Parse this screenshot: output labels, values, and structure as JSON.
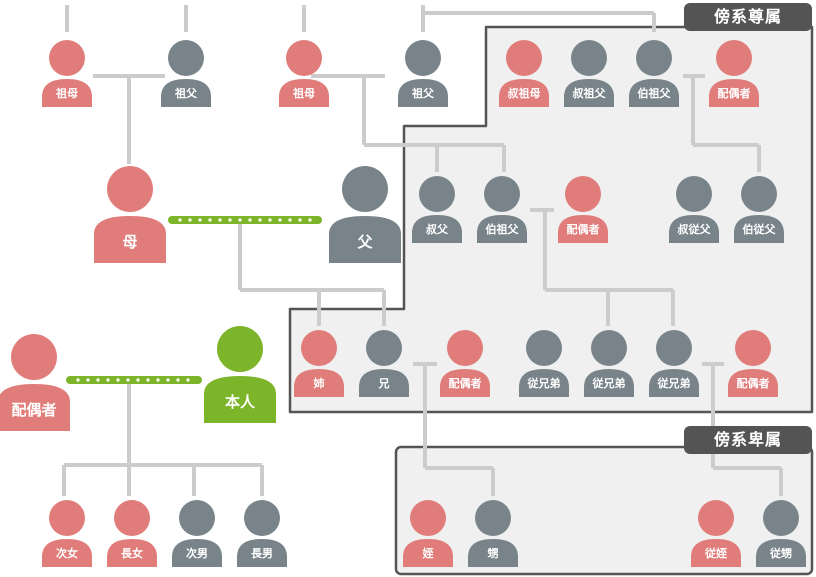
{
  "colors": {
    "female": "#e07c79",
    "male": "#78848a",
    "self": "#7cb52a",
    "line": "#cccccc",
    "region_fill": "#f0f0f0",
    "region_border": "#545454"
  },
  "regions": {
    "ascendant_label": "傍系尊属",
    "descendant_label": "傍系卑属"
  },
  "people": {
    "mat_grandmother": "祖母",
    "mat_grandfather": "祖父",
    "pat_grandmother": "祖母",
    "pat_grandfather": "祖父",
    "grand_aunt": "叔祖母",
    "grand_uncle_younger": "叔祖父",
    "grand_uncle_elder": "伯祖父",
    "grand_uncle_spouse": "配偶者",
    "mother": "母",
    "father": "父",
    "uncle_younger": "叔父",
    "uncle_elder": "伯祖父",
    "uncle_spouse": "配偶者",
    "cousin_uncle_younger": "叔従父",
    "cousin_uncle_elder": "伯従父",
    "spouse": "配偶者",
    "self": "本人",
    "elder_sister": "姉",
    "elder_brother": "兄",
    "brother_spouse": "配偶者",
    "cousin_1": "従兄弟",
    "cousin_2": "従兄弟",
    "cousin_3": "従兄弟",
    "cousin_spouse": "配偶者",
    "second_daughter": "次女",
    "eldest_daughter": "長女",
    "second_son": "次男",
    "eldest_son": "長男",
    "niece": "姪",
    "nephew": "甥",
    "cousin_niece": "従姪",
    "cousin_nephew": "従甥"
  }
}
